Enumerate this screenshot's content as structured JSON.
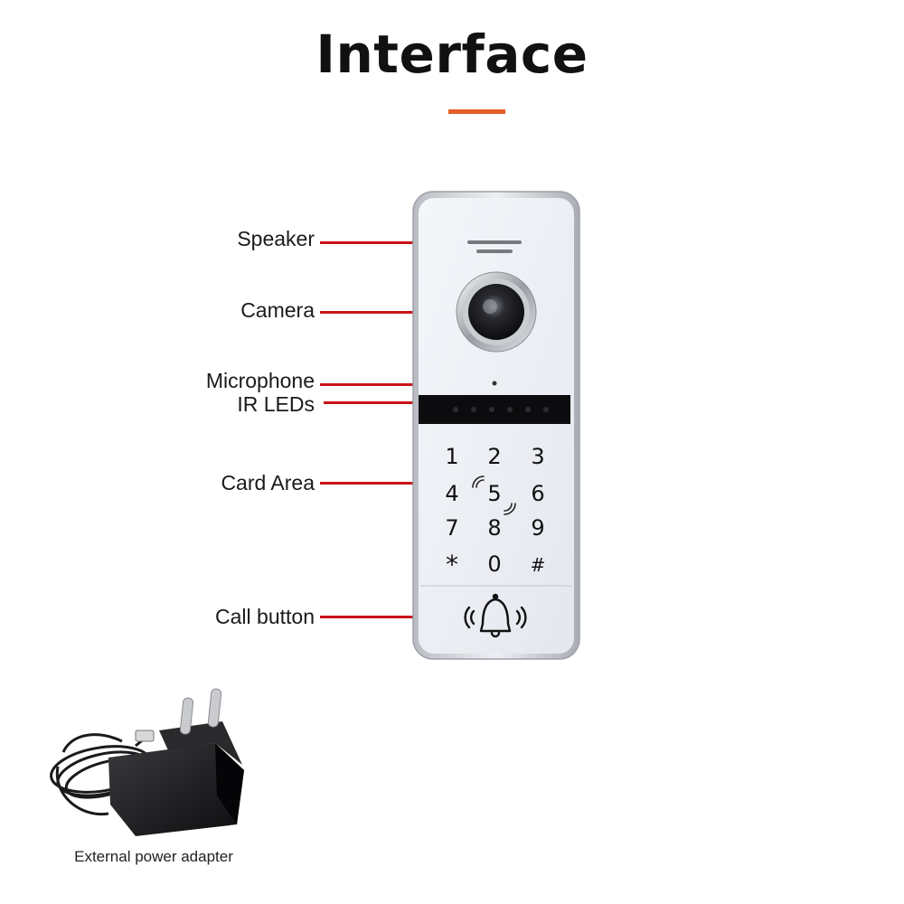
{
  "title": "Interface",
  "accent_color": "#e35d25",
  "callout_color": "#c8141b",
  "labels": {
    "speaker": "Speaker",
    "camera": "Camera",
    "microphone": "Microphone",
    "ir_leds": "IR LEDs",
    "card_area": "Card Area",
    "call_button": "Call button"
  },
  "keypad": {
    "keys": [
      "1",
      "2",
      "3",
      "4",
      "5",
      "6",
      "7",
      "8",
      "9",
      "*",
      "0",
      "#"
    ]
  },
  "adapter_caption": "External power adapter"
}
